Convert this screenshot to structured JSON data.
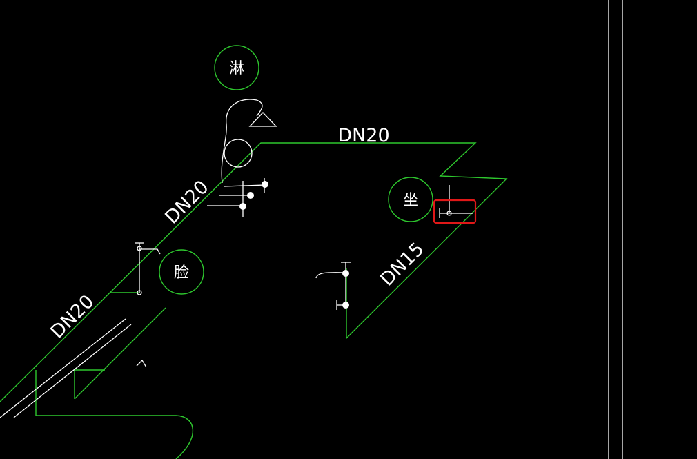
{
  "colors": {
    "background": "#000000",
    "pipe": "#2ec82e",
    "symbol": "#ffffff",
    "selection": "#e01818"
  },
  "pipe_labels": {
    "top": "DN20",
    "upper_diag": "DN20",
    "lower_diag": "DN20",
    "right_diag": "DN15"
  },
  "fixtures": {
    "shower": "淋",
    "toilet": "坐",
    "washbasin": "脸"
  }
}
